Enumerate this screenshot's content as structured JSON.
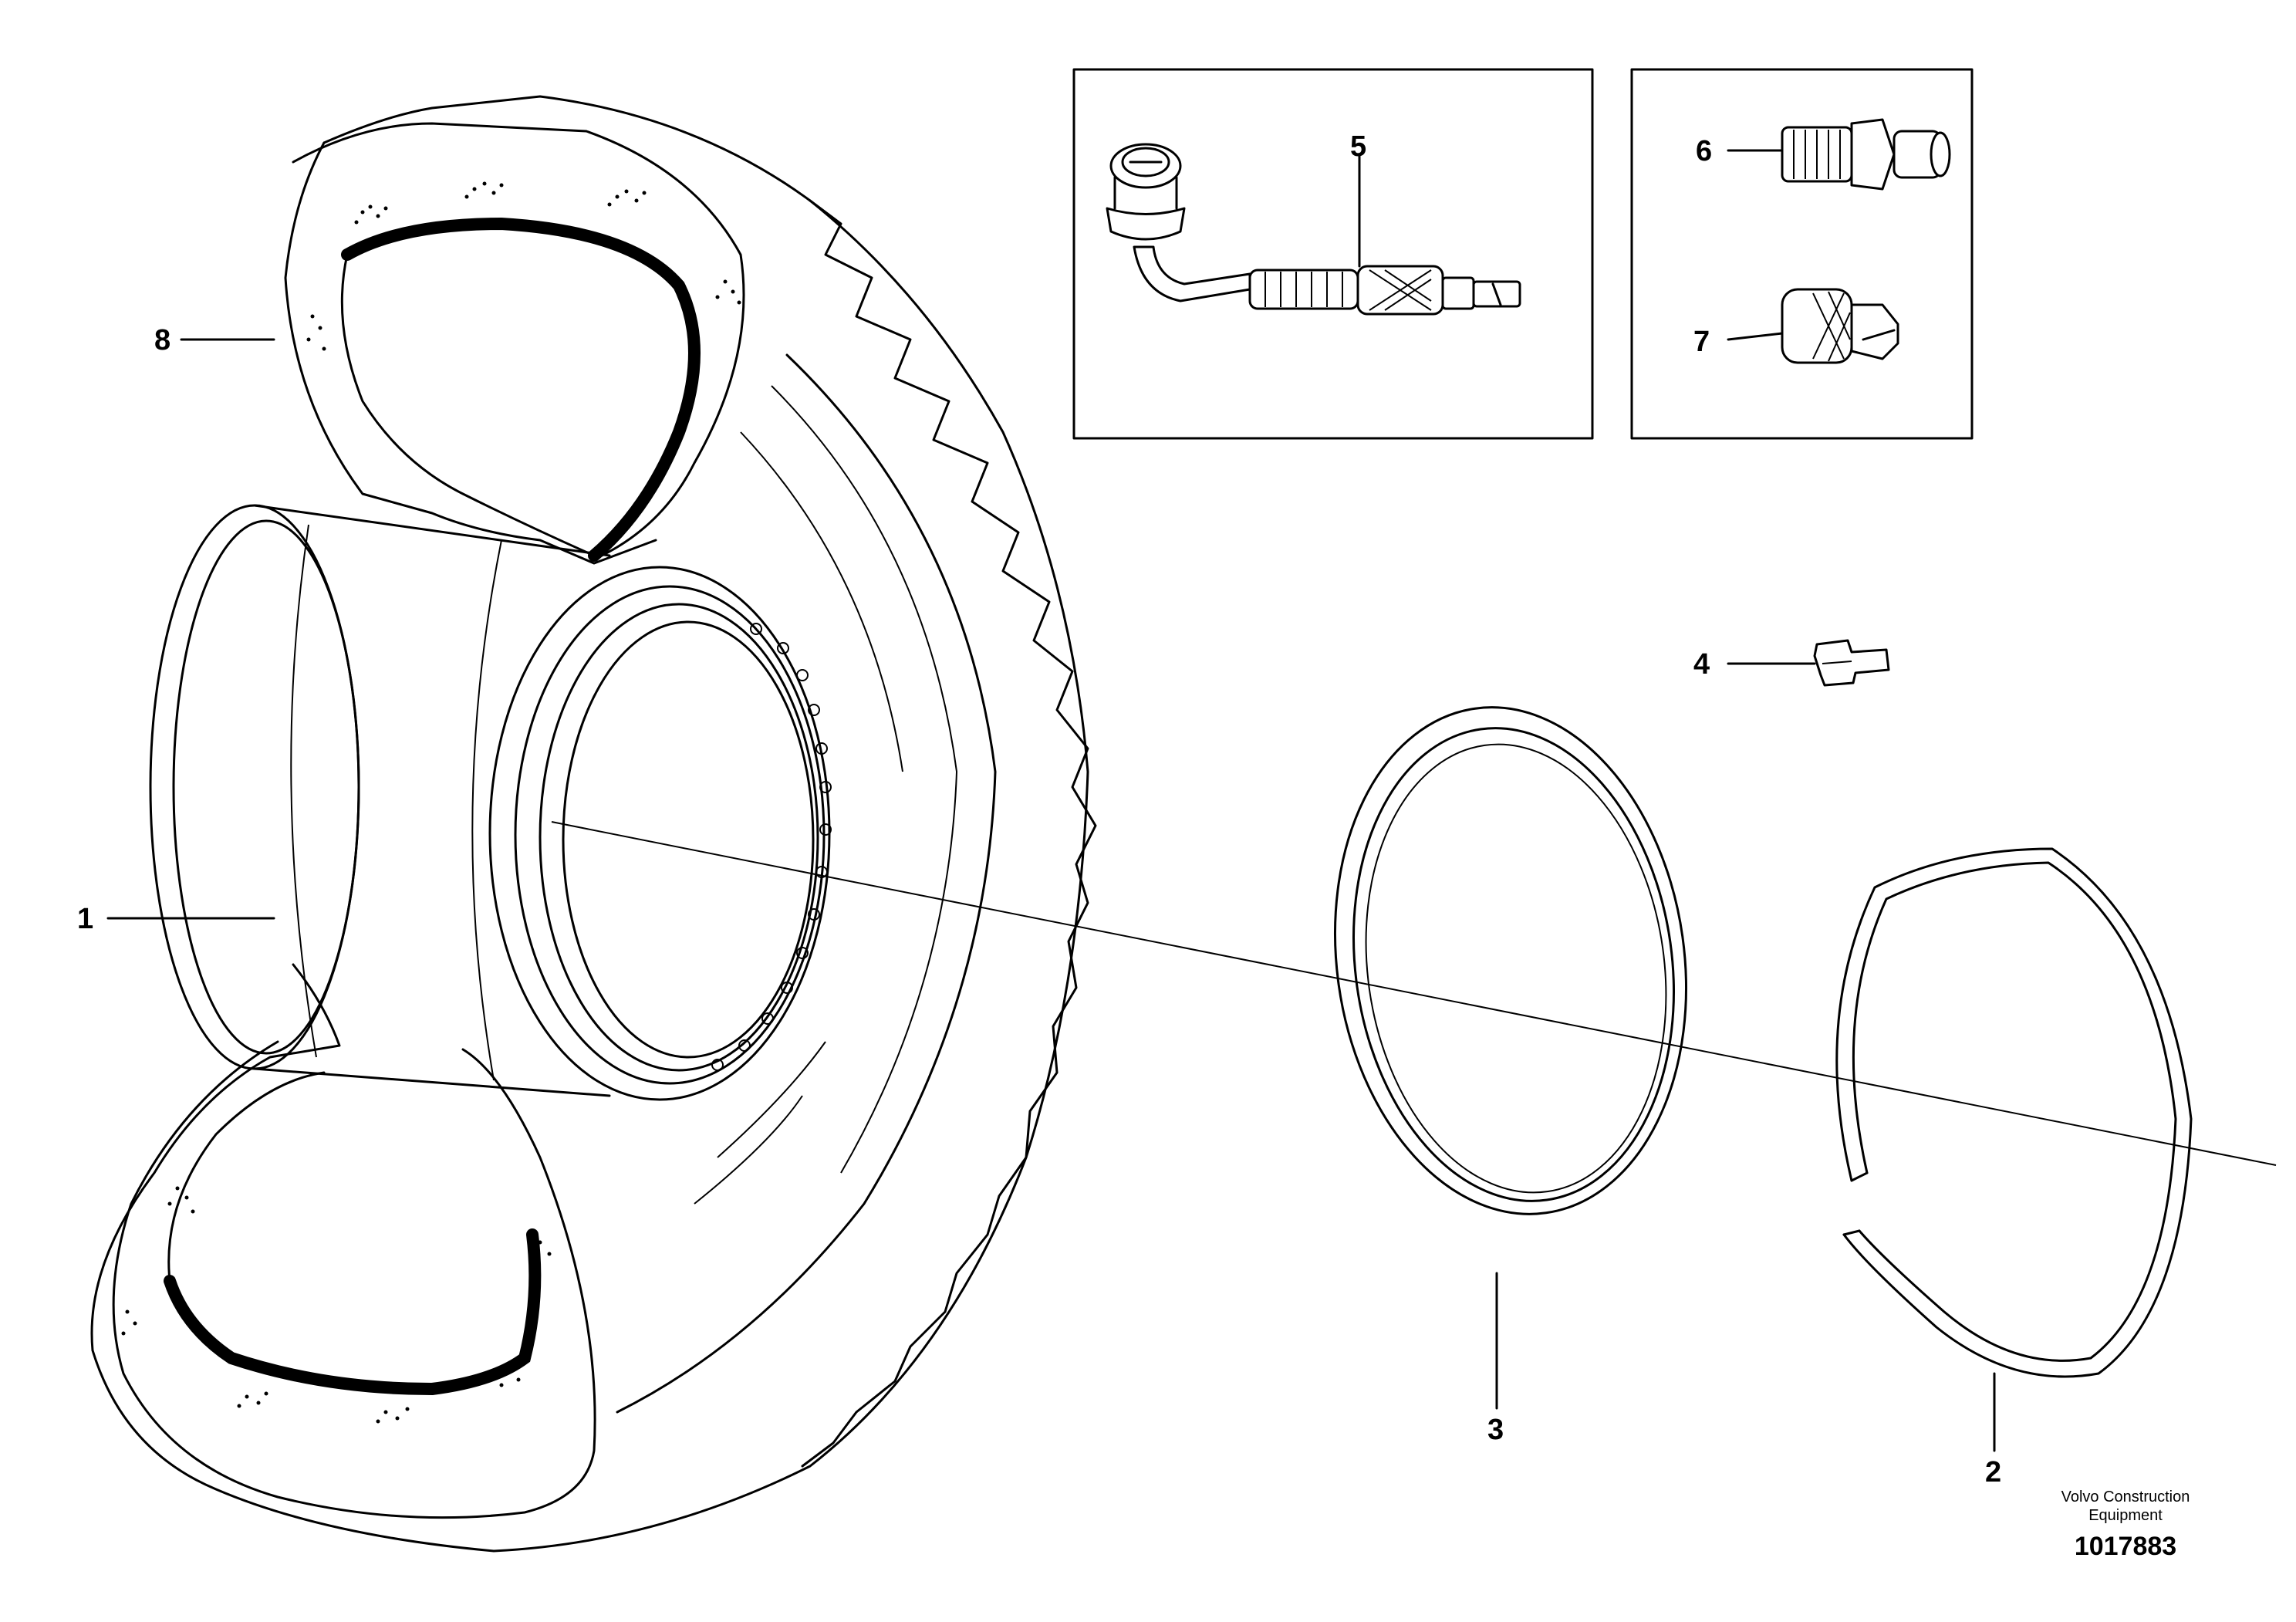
{
  "callouts": {
    "c1": "1",
    "c2": "2",
    "c3": "3",
    "c4": "4",
    "c5": "5",
    "c6": "6",
    "c7": "7",
    "c8": "8"
  },
  "footer": {
    "brand_line1": "Volvo Construction",
    "brand_line2": "Equipment",
    "drawing_number": "1017883"
  }
}
